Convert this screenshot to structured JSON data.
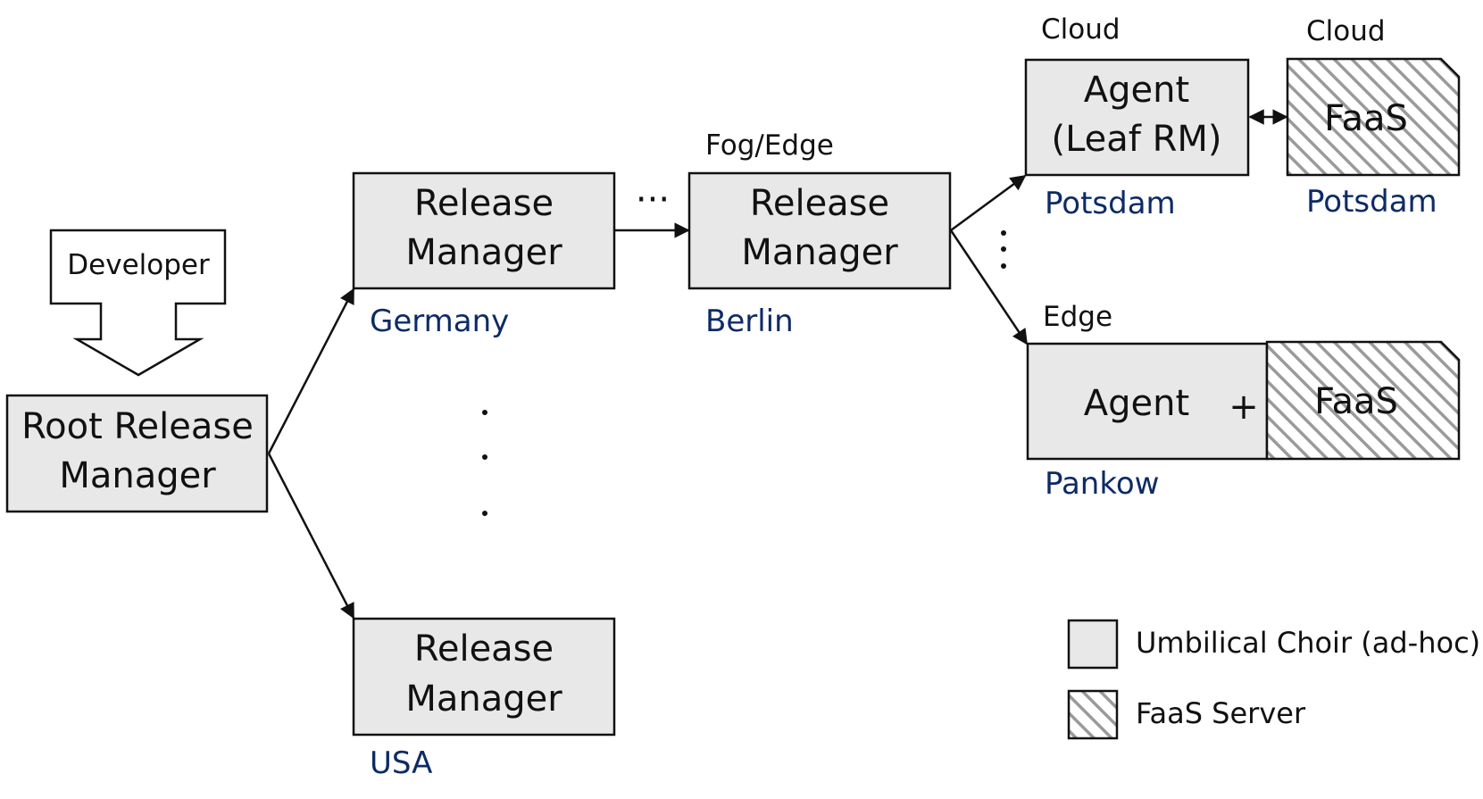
{
  "colors": {
    "box_fill": "#e8e8e8",
    "stroke": "#111111",
    "location_text": "#0d2b66",
    "hatch": "#9a9a9a"
  },
  "developer": {
    "label": "Developer"
  },
  "root": {
    "line1": "Root Release",
    "line2": "Manager"
  },
  "release_managers": [
    {
      "line1": "Release",
      "line2": "Manager",
      "location": "Germany"
    },
    {
      "line1": "Release",
      "line2": "Manager",
      "location": "Berlin",
      "tier": "Fog/Edge"
    },
    {
      "line1": "Release",
      "line2": "Manager",
      "location": "USA"
    }
  ],
  "cloud_agent": {
    "line1": "Agent",
    "line2": "(Leaf RM)",
    "tier": "Cloud",
    "location": "Potsdam"
  },
  "cloud_faas": {
    "label": "FaaS",
    "tier": "Cloud",
    "location": "Potsdam"
  },
  "edge_agent": {
    "label": "Agent",
    "plus": "+",
    "faas_label": "FaaS",
    "tier": "Edge",
    "location": "Pankow"
  },
  "ellipsis": "···",
  "legend": [
    {
      "label": "Umbilical Choir (ad-hoc)",
      "style": "solid"
    },
    {
      "label": "FaaS Server",
      "style": "hatched"
    }
  ]
}
